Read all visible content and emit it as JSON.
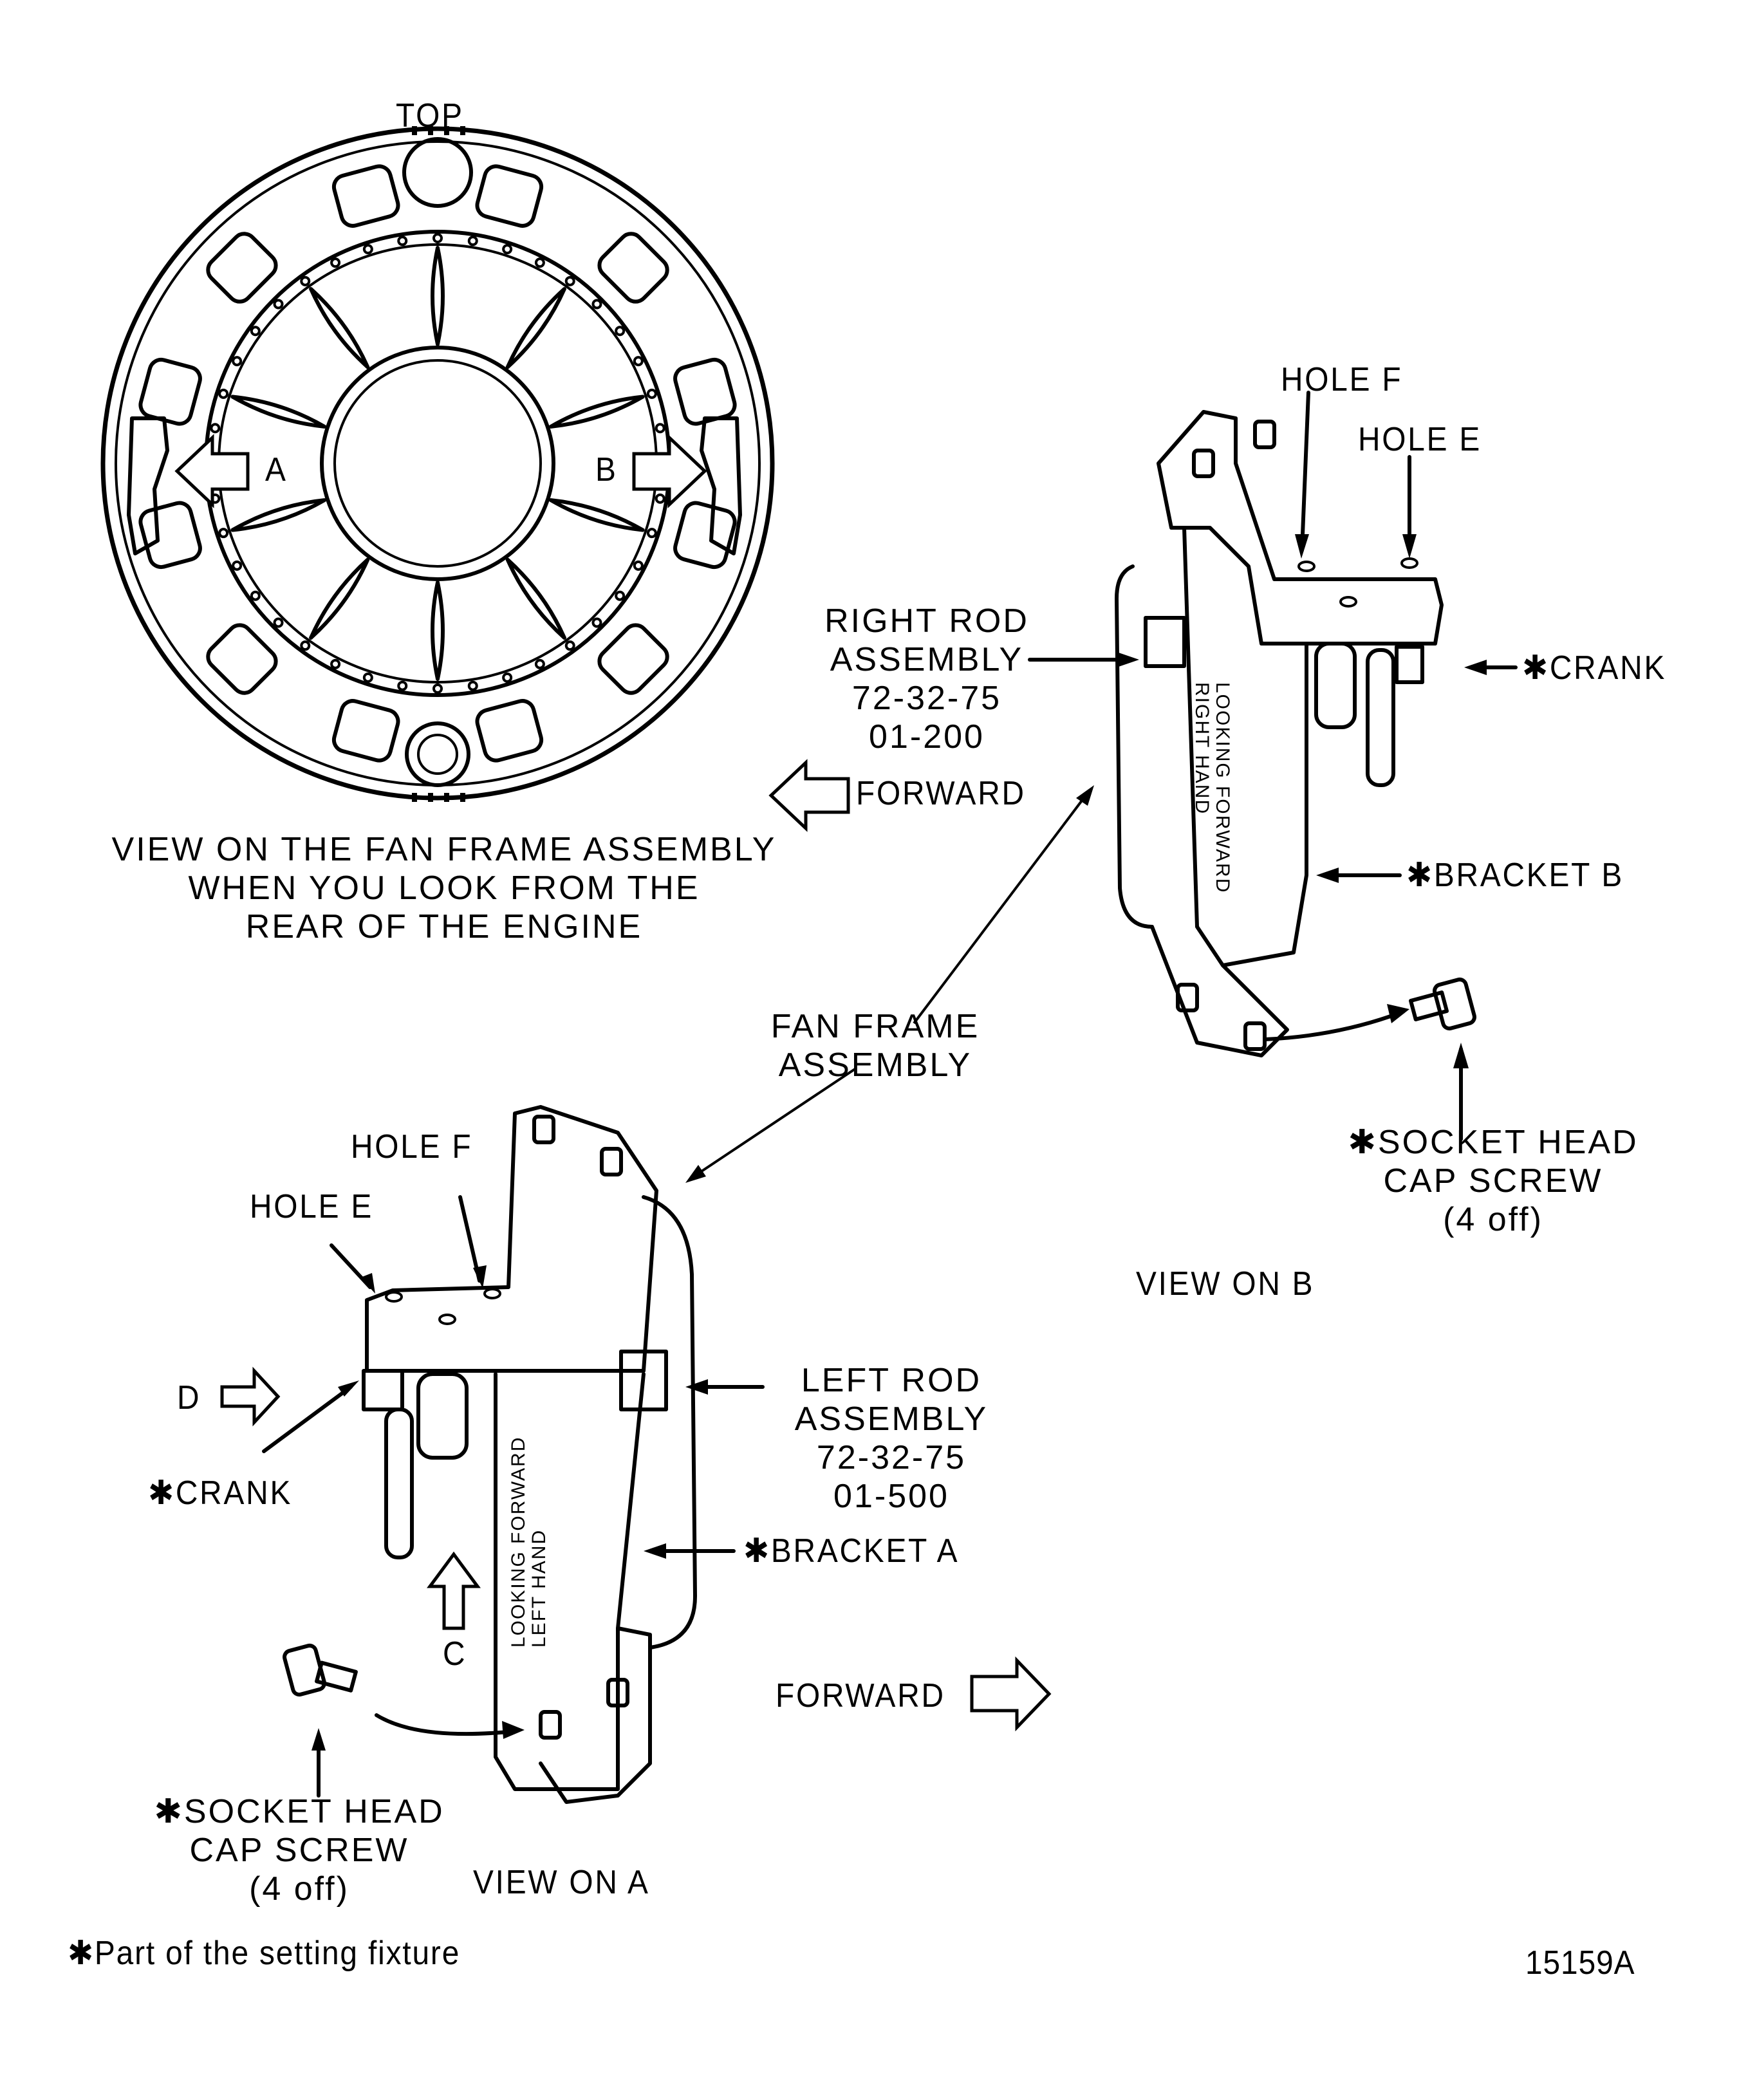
{
  "figure_id": "15159A",
  "fan_frame_view": {
    "top_label": "TOP",
    "arrow_a_label": "A",
    "arrow_b_label": "B",
    "caption_lines": [
      "VIEW ON THE FAN FRAME ASSEMBLY",
      "WHEN YOU LOOK FROM THE",
      "REAR OF THE ENGINE"
    ]
  },
  "view_b": {
    "title": "VIEW ON B",
    "hole_f": "HOLE F",
    "hole_e": "HOLE E",
    "right_rod_lines": [
      "RIGHT ROD",
      "ASSEMBLY",
      "72-32-75",
      "01-200"
    ],
    "crank": "CRANK",
    "bracket": "BRACKET B",
    "forward": "FORWARD",
    "bracket_text_lines": [
      "LOOKING FORWARD",
      "RIGHT HAND"
    ],
    "screw_lines": [
      "SOCKET HEAD",
      "CAP SCREW",
      "(4 off)"
    ]
  },
  "fan_frame_label_lines": [
    "FAN FRAME",
    "ASSEMBLY"
  ],
  "view_a": {
    "title": "VIEW ON A",
    "hole_f": "HOLE F",
    "hole_e": "HOLE E",
    "arrow_d_label": "D",
    "arrow_c_label": "C",
    "crank": "CRANK",
    "left_rod_lines": [
      "LEFT ROD",
      "ASSEMBLY",
      "72-32-75",
      "01-500"
    ],
    "bracket": "BRACKET A",
    "forward": "FORWARD",
    "bracket_text_lines": [
      "LOOKING FORWARD",
      "LEFT HAND"
    ],
    "screw_lines": [
      "SOCKET HEAD",
      "CAP SCREW",
      "(4 off)"
    ]
  },
  "footnote": {
    "marker": "✱",
    "text": "Part of the setting fixture"
  },
  "star_marker": "✱"
}
